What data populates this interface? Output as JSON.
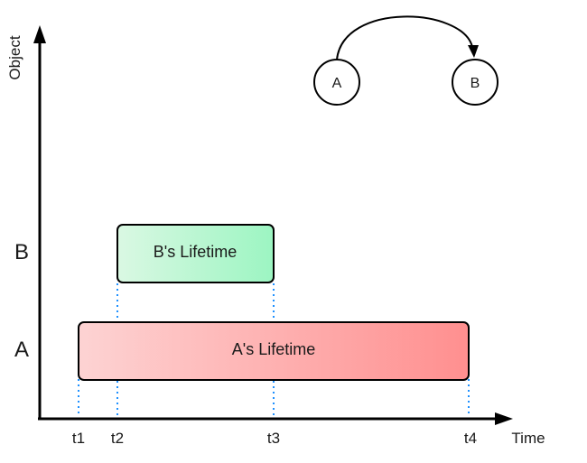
{
  "axes": {
    "x_label": "Time",
    "y_label": "Object"
  },
  "rows": [
    {
      "id": "A",
      "label": "A"
    },
    {
      "id": "B",
      "label": "B"
    }
  ],
  "time_ticks": [
    "t1",
    "t2",
    "t3",
    "t4"
  ],
  "lifetimes": [
    {
      "object": "A",
      "label": "A's Lifetime",
      "start": "t1",
      "end": "t4"
    },
    {
      "object": "B",
      "label": "B's Lifetime",
      "start": "t2",
      "end": "t3"
    }
  ],
  "reference_diagram": {
    "from": "A",
    "to": "B"
  },
  "colors": {
    "lifetime_a": [
      "#fdd3d3",
      "#ff8f8f"
    ],
    "lifetime_b": [
      "#daf8e3",
      "#9cf5c2"
    ],
    "guide": "#1e90ff"
  }
}
